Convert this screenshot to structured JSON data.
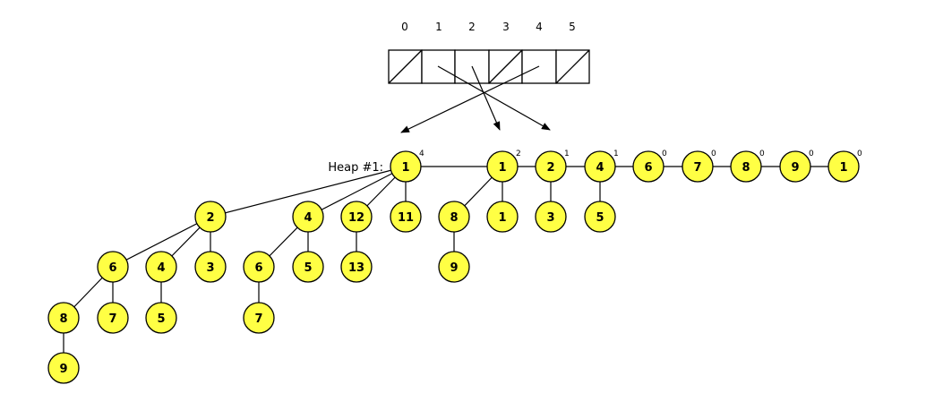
{
  "diagram": {
    "array_indices": [
      "0",
      "1",
      "2",
      "3",
      "4",
      "5"
    ],
    "heap_label": "Heap #1:",
    "roots": [
      {
        "value": "1",
        "degree": "4"
      },
      {
        "value": "1",
        "degree": "2"
      },
      {
        "value": "2",
        "degree": "1"
      },
      {
        "value": "4",
        "degree": "1"
      },
      {
        "value": "6",
        "degree": "0"
      },
      {
        "value": "7",
        "degree": "0"
      },
      {
        "value": "8",
        "degree": "0"
      },
      {
        "value": "9",
        "degree": "0"
      },
      {
        "value": "1",
        "degree": "0"
      }
    ],
    "children": {
      "r0": [
        "2",
        "4",
        "12",
        "11"
      ],
      "r0c0": [
        "6",
        "4",
        "3"
      ],
      "r0c0c0": [
        "8",
        "7"
      ],
      "r0c0c0c0": [
        "9"
      ],
      "r0c0c1": [
        "5"
      ],
      "r0c1": [
        "6",
        "5"
      ],
      "r0c1c0": [
        "7"
      ],
      "r0c2": [
        "13"
      ],
      "r1": [
        "8",
        "1"
      ],
      "r1c0": [
        "9"
      ],
      "r2": [
        "3"
      ],
      "r3": [
        "5"
      ]
    },
    "colors": {
      "node_fill": "#ffff44",
      "stroke": "#000000"
    }
  }
}
